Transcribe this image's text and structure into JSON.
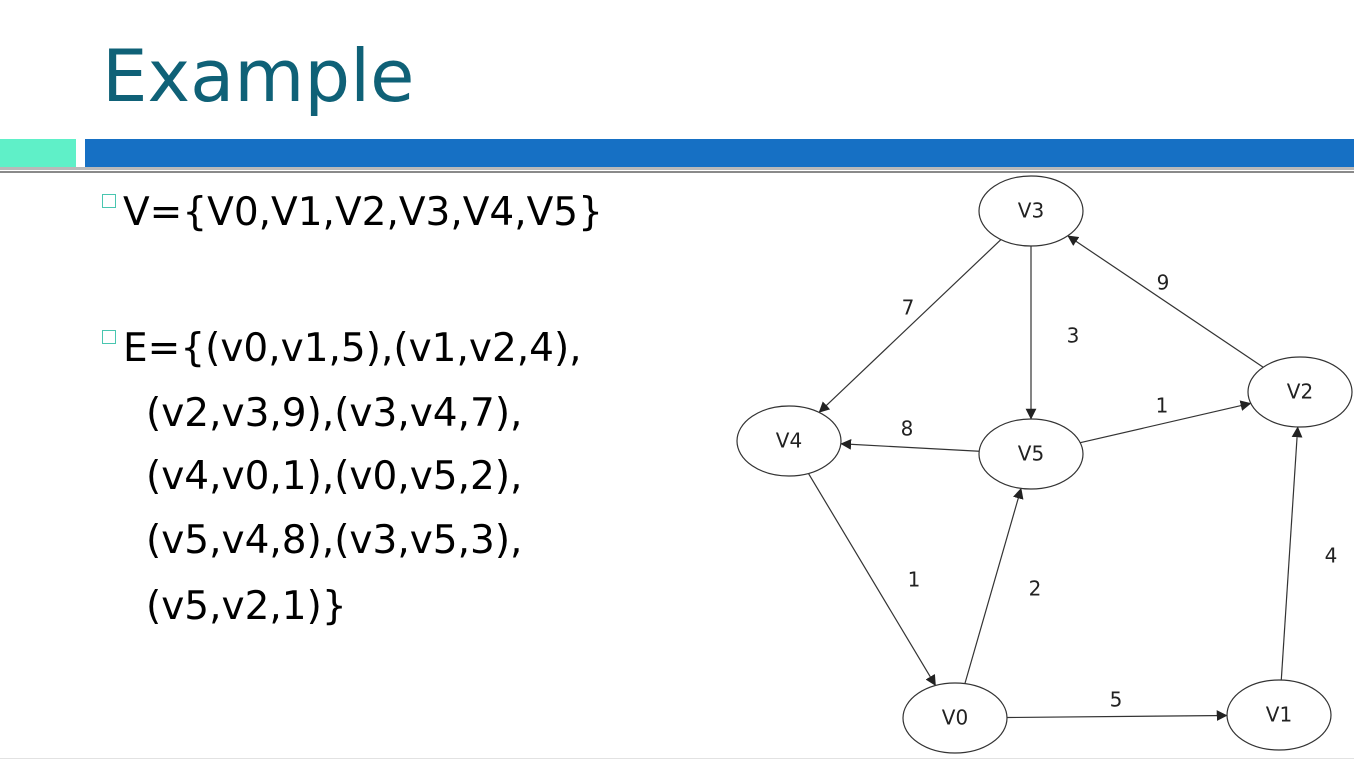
{
  "slide": {
    "title": "Example",
    "bullet_v": "V={V0,V1,V2,V3,V4,V5}",
    "bullet_e_first": "E={(v0,v1,5),(v1,v2,4),",
    "bullet_e_lines": [
      "(v2,v3,9),(v3,v4,7),",
      "(v4,v0,1),(v0,v5,2),",
      "(v5,v4,8),(v3,v5,3),",
      "(v5,v2,1)}"
    ]
  },
  "graph": {
    "nodes": [
      "V0",
      "V1",
      "V2",
      "V3",
      "V4",
      "V5"
    ],
    "edges": [
      {
        "from": "V0",
        "to": "V1",
        "weight": "5"
      },
      {
        "from": "V1",
        "to": "V2",
        "weight": "4"
      },
      {
        "from": "V2",
        "to": "V3",
        "weight": "9"
      },
      {
        "from": "V3",
        "to": "V4",
        "weight": "7"
      },
      {
        "from": "V4",
        "to": "V0",
        "weight": "1"
      },
      {
        "from": "V0",
        "to": "V5",
        "weight": "2"
      },
      {
        "from": "V5",
        "to": "V4",
        "weight": "8"
      },
      {
        "from": "V3",
        "to": "V5",
        "weight": "3"
      },
      {
        "from": "V5",
        "to": "V2",
        "weight": "1"
      }
    ]
  },
  "colors": {
    "title": "#0f6177",
    "bar_main": "#1670c4",
    "bar_accent": "#5ff0c8",
    "bullet_marker": "#49c6b0"
  }
}
